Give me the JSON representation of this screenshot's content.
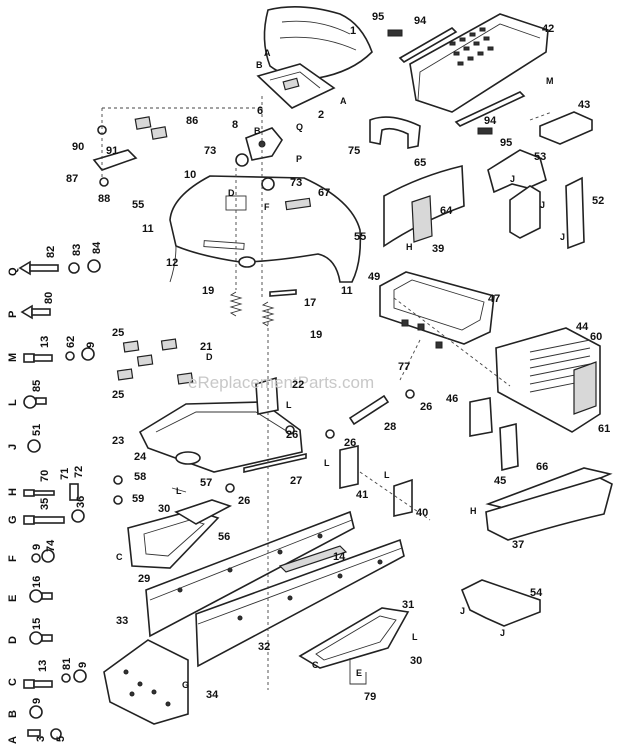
{
  "watermark": "eReplacementParts.com",
  "parts": [
    {
      "id": "p1",
      "label": "1"
    },
    {
      "id": "p2",
      "label": "2"
    },
    {
      "id": "p6",
      "label": "6"
    },
    {
      "id": "p8",
      "label": "8"
    },
    {
      "id": "p10",
      "label": "10"
    },
    {
      "id": "p11a",
      "label": "11"
    },
    {
      "id": "p11b",
      "label": "11"
    },
    {
      "id": "p12",
      "label": "12"
    },
    {
      "id": "p14",
      "label": "14"
    },
    {
      "id": "p17",
      "label": "17"
    },
    {
      "id": "p19a",
      "label": "19"
    },
    {
      "id": "p19b",
      "label": "19"
    },
    {
      "id": "p21",
      "label": "21"
    },
    {
      "id": "p22",
      "label": "22"
    },
    {
      "id": "p23",
      "label": "23"
    },
    {
      "id": "p24",
      "label": "24"
    },
    {
      "id": "p25a",
      "label": "25"
    },
    {
      "id": "p25b",
      "label": "25"
    },
    {
      "id": "p26a",
      "label": "26"
    },
    {
      "id": "p26b",
      "label": "26"
    },
    {
      "id": "p26c",
      "label": "26"
    },
    {
      "id": "p26d",
      "label": "26"
    },
    {
      "id": "p27",
      "label": "27"
    },
    {
      "id": "p28",
      "label": "28"
    },
    {
      "id": "p29",
      "label": "29"
    },
    {
      "id": "p30a",
      "label": "30"
    },
    {
      "id": "p30b",
      "label": "30"
    },
    {
      "id": "p31",
      "label": "31"
    },
    {
      "id": "p32",
      "label": "32"
    },
    {
      "id": "p33",
      "label": "33"
    },
    {
      "id": "p34",
      "label": "34"
    },
    {
      "id": "p37",
      "label": "37"
    },
    {
      "id": "p39",
      "label": "39"
    },
    {
      "id": "p40",
      "label": "40"
    },
    {
      "id": "p41",
      "label": "41"
    },
    {
      "id": "p42",
      "label": "42"
    },
    {
      "id": "p43",
      "label": "43"
    },
    {
      "id": "p44",
      "label": "44"
    },
    {
      "id": "p45",
      "label": "45"
    },
    {
      "id": "p46",
      "label": "46"
    },
    {
      "id": "p47",
      "label": "47"
    },
    {
      "id": "p49",
      "label": "49"
    },
    {
      "id": "p52",
      "label": "52"
    },
    {
      "id": "p53",
      "label": "53"
    },
    {
      "id": "p54",
      "label": "54"
    },
    {
      "id": "p55a",
      "label": "55"
    },
    {
      "id": "p55b",
      "label": "55"
    },
    {
      "id": "p56",
      "label": "56"
    },
    {
      "id": "p57",
      "label": "57"
    },
    {
      "id": "p58",
      "label": "58"
    },
    {
      "id": "p59",
      "label": "59"
    },
    {
      "id": "p60",
      "label": "60"
    },
    {
      "id": "p61",
      "label": "61"
    },
    {
      "id": "p64",
      "label": "64"
    },
    {
      "id": "p65",
      "label": "65"
    },
    {
      "id": "p66",
      "label": "66"
    },
    {
      "id": "p67",
      "label": "67"
    },
    {
      "id": "p73a",
      "label": "73"
    },
    {
      "id": "p73b",
      "label": "73"
    },
    {
      "id": "p75",
      "label": "75"
    },
    {
      "id": "p77",
      "label": "77"
    },
    {
      "id": "p79",
      "label": "79"
    },
    {
      "id": "p86",
      "label": "86"
    },
    {
      "id": "p87",
      "label": "87"
    },
    {
      "id": "p88",
      "label": "88"
    },
    {
      "id": "p90",
      "label": "90"
    },
    {
      "id": "p91",
      "label": "91"
    },
    {
      "id": "p94a",
      "label": "94"
    },
    {
      "id": "p94b",
      "label": "94"
    },
    {
      "id": "p95a",
      "label": "95"
    },
    {
      "id": "p95b",
      "label": "95"
    }
  ],
  "hardware_legend": [
    {
      "key": "Q",
      "labels": [
        "82",
        "83",
        "84"
      ]
    },
    {
      "key": "P",
      "labels": [
        "80"
      ]
    },
    {
      "key": "M",
      "labels": [
        "13",
        "62",
        "9"
      ]
    },
    {
      "key": "L",
      "labels": [
        "85"
      ]
    },
    {
      "key": "J",
      "labels": [
        "51"
      ]
    },
    {
      "key": "H",
      "labels": [
        "70",
        "71",
        "72"
      ]
    },
    {
      "key": "G",
      "labels": [
        "35",
        "36"
      ]
    },
    {
      "key": "F",
      "labels": [
        "9",
        "74"
      ]
    },
    {
      "key": "E",
      "labels": [
        "16"
      ]
    },
    {
      "key": "D",
      "labels": [
        "15"
      ]
    },
    {
      "key": "C",
      "labels": [
        "13",
        "81",
        "9"
      ]
    },
    {
      "key": "B",
      "labels": [
        "9"
      ]
    },
    {
      "key": "A",
      "labels": [
        "3",
        "5"
      ]
    }
  ],
  "connector_letters": [
    {
      "id": "c1",
      "text": "A"
    },
    {
      "id": "c2",
      "text": "A"
    },
    {
      "id": "c3",
      "text": "B"
    },
    {
      "id": "c4",
      "text": "B"
    },
    {
      "id": "c5",
      "text": "Q"
    },
    {
      "id": "c6",
      "text": "P"
    },
    {
      "id": "c7",
      "text": "D"
    },
    {
      "id": "c8",
      "text": "F"
    },
    {
      "id": "c9",
      "text": "M"
    },
    {
      "id": "c10",
      "text": "J"
    },
    {
      "id": "c11",
      "text": "J"
    },
    {
      "id": "c12",
      "text": "J"
    },
    {
      "id": "c13",
      "text": "H"
    },
    {
      "id": "c14",
      "text": "L"
    },
    {
      "id": "c15",
      "text": "L"
    },
    {
      "id": "c16",
      "text": "L"
    },
    {
      "id": "c17",
      "text": "C"
    },
    {
      "id": "c18",
      "text": "C"
    },
    {
      "id": "c19",
      "text": "G"
    },
    {
      "id": "c20",
      "text": "E"
    },
    {
      "id": "c21",
      "text": "H"
    },
    {
      "id": "c22",
      "text": "J"
    },
    {
      "id": "c23",
      "text": "J"
    },
    {
      "id": "c24",
      "text": "L"
    },
    {
      "id": "c25",
      "text": "D"
    },
    {
      "id": "c26",
      "text": "L"
    }
  ]
}
